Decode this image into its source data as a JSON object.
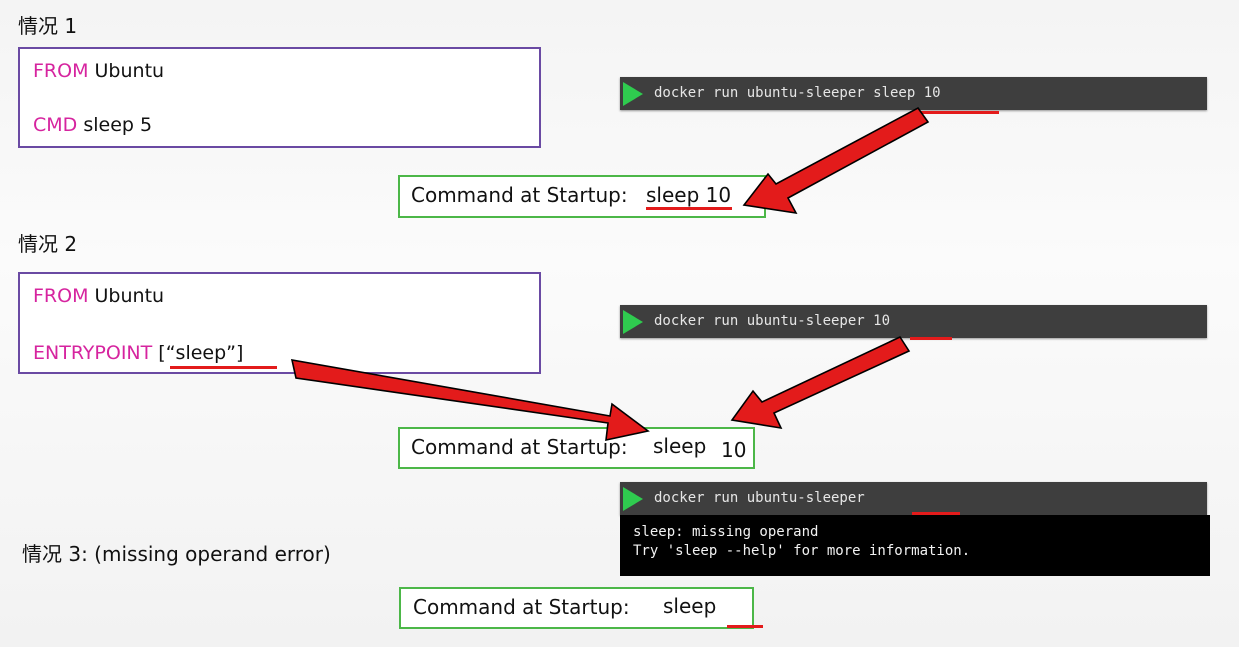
{
  "cases": [
    {
      "label": "情况 1",
      "dockerfile": {
        "line1_kw": "FROM",
        "line1_val": " Ubuntu",
        "line2_kw": "CMD",
        "line2_val": " sleep 5"
      },
      "terminal": {
        "command": "docker run ubuntu-sleeper sleep 10"
      },
      "startup": {
        "label": "Command at Startup:",
        "value": "sleep 10"
      }
    },
    {
      "label": "情况 2",
      "dockerfile": {
        "line1_kw": "FROM",
        "line1_val": " Ubuntu",
        "line2_kw": "ENTRYPOINT",
        "line2_val": " [“sleep”]"
      },
      "terminal": {
        "command": "docker run ubuntu-sleeper 10"
      },
      "startup": {
        "label": "Command at Startup:",
        "value1": "sleep",
        "value2": "10"
      }
    },
    {
      "label": "情况 3: (missing operand error)",
      "terminal": {
        "command": "docker run ubuntu-sleeper",
        "output_line1": "sleep: missing operand",
        "output_line2": "Try 'sleep --help' for more information."
      },
      "startup": {
        "label": "Command at Startup:",
        "value": "sleep"
      }
    }
  ],
  "colors": {
    "keyword": "#d6249f",
    "dockerfile_border": "#6a4aa3",
    "startup_border": "#4cb748",
    "arrow_fill": "#e31b1b",
    "play_icon": "#2fcb4f",
    "terminal_bg": "#3e3e3e"
  }
}
